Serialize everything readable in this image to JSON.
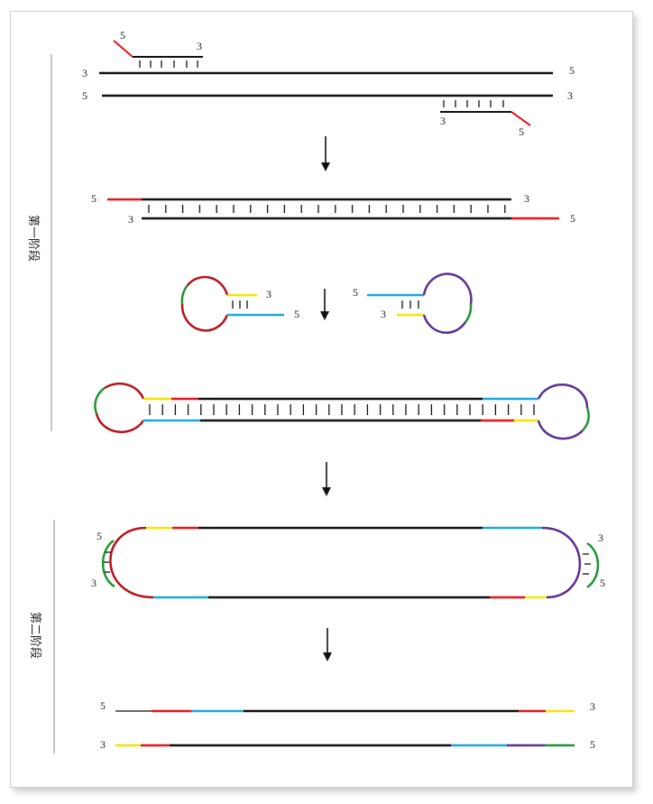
{
  "stages": {
    "first": "第一阶段",
    "second": "第二阶段"
  },
  "ends": {
    "five": "5",
    "three": "3"
  },
  "colors": {
    "black": "#111111",
    "red": "#e8141b",
    "dark_red": "#b5121b",
    "green": "#1e9430",
    "yellow": "#f2e600",
    "cyan": "#1ba8d8",
    "purple": "#5b2f8f",
    "gray": "#888888"
  }
}
